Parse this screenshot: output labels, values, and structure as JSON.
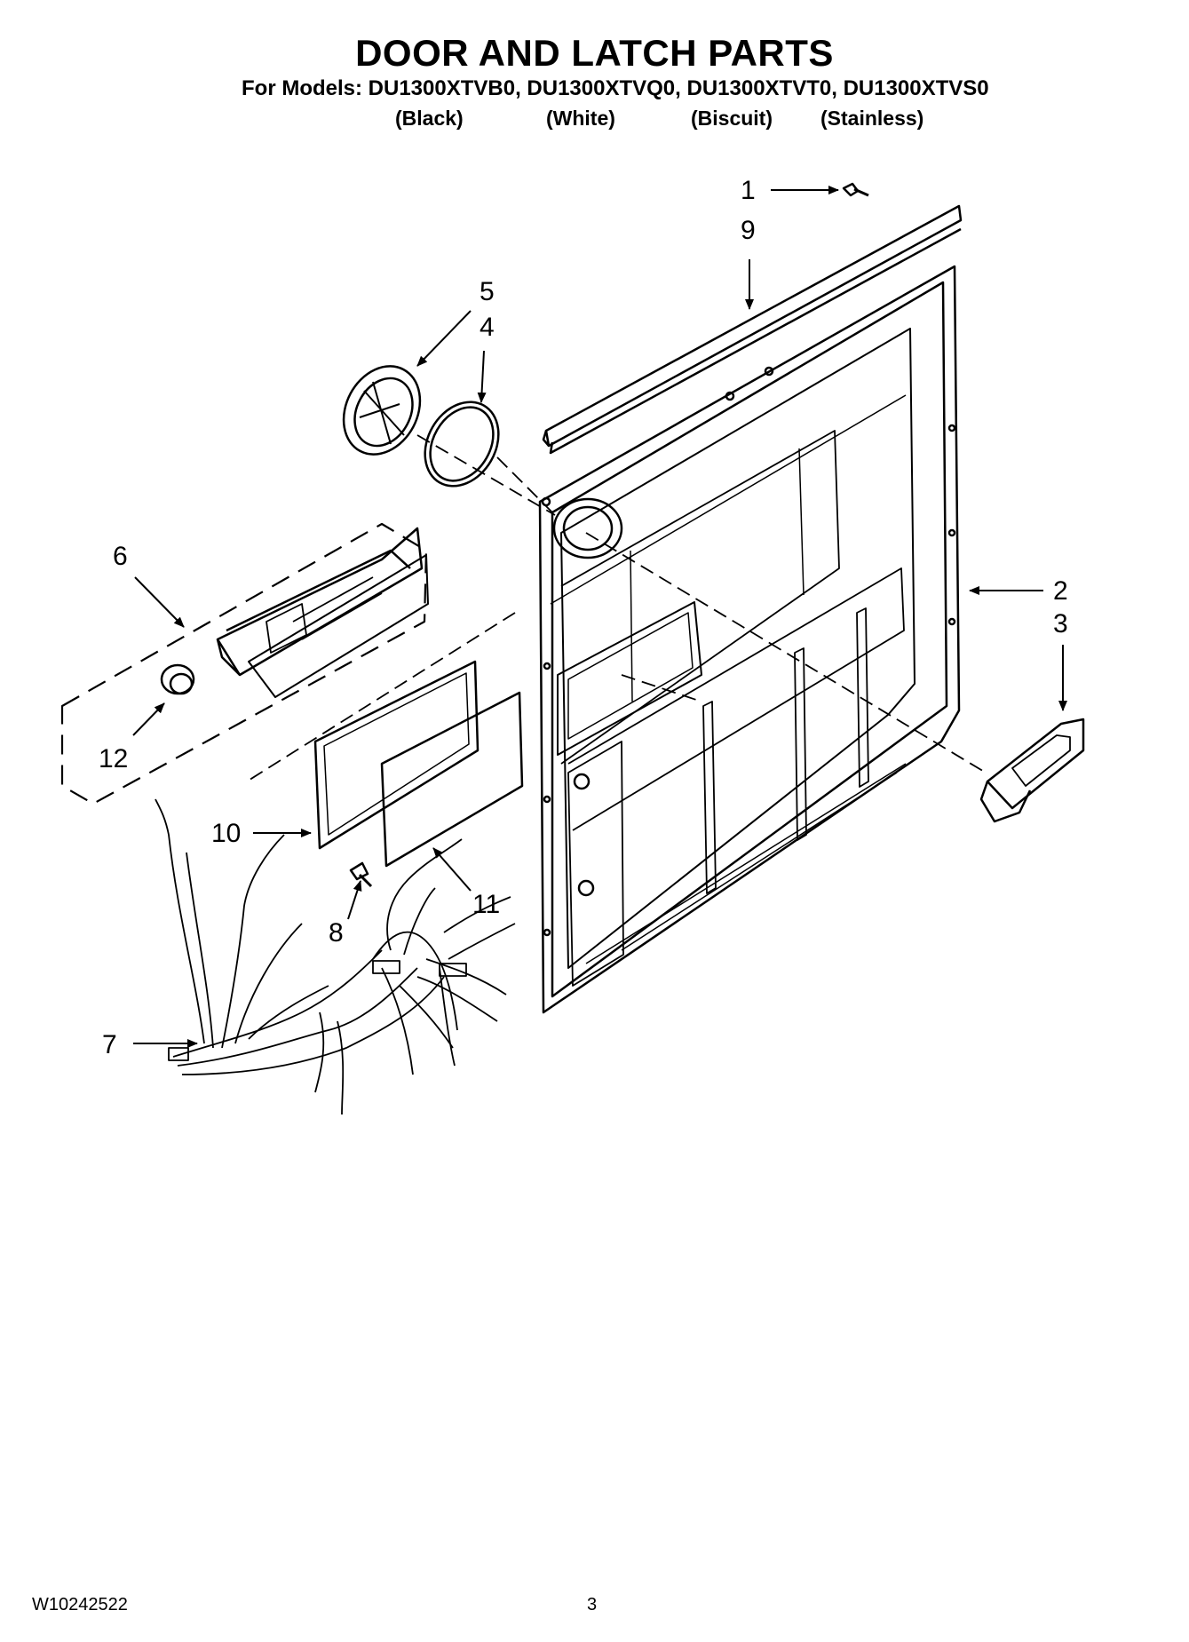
{
  "header": {
    "title": "DOOR AND LATCH PARTS",
    "models_line": "For Models: DU1300XTVB0, DU1300XTVQ0, DU1300XTVT0, DU1300XTVS0",
    "variants": [
      "(Black)",
      "(White)",
      "(Biscuit)",
      "(Stainless)"
    ]
  },
  "callouts": [
    "1",
    "9",
    "5",
    "4",
    "6",
    "2",
    "3",
    "12",
    "10",
    "8",
    "11",
    "7"
  ],
  "footer": {
    "doc_number": "W10242522",
    "page_number": "3"
  }
}
